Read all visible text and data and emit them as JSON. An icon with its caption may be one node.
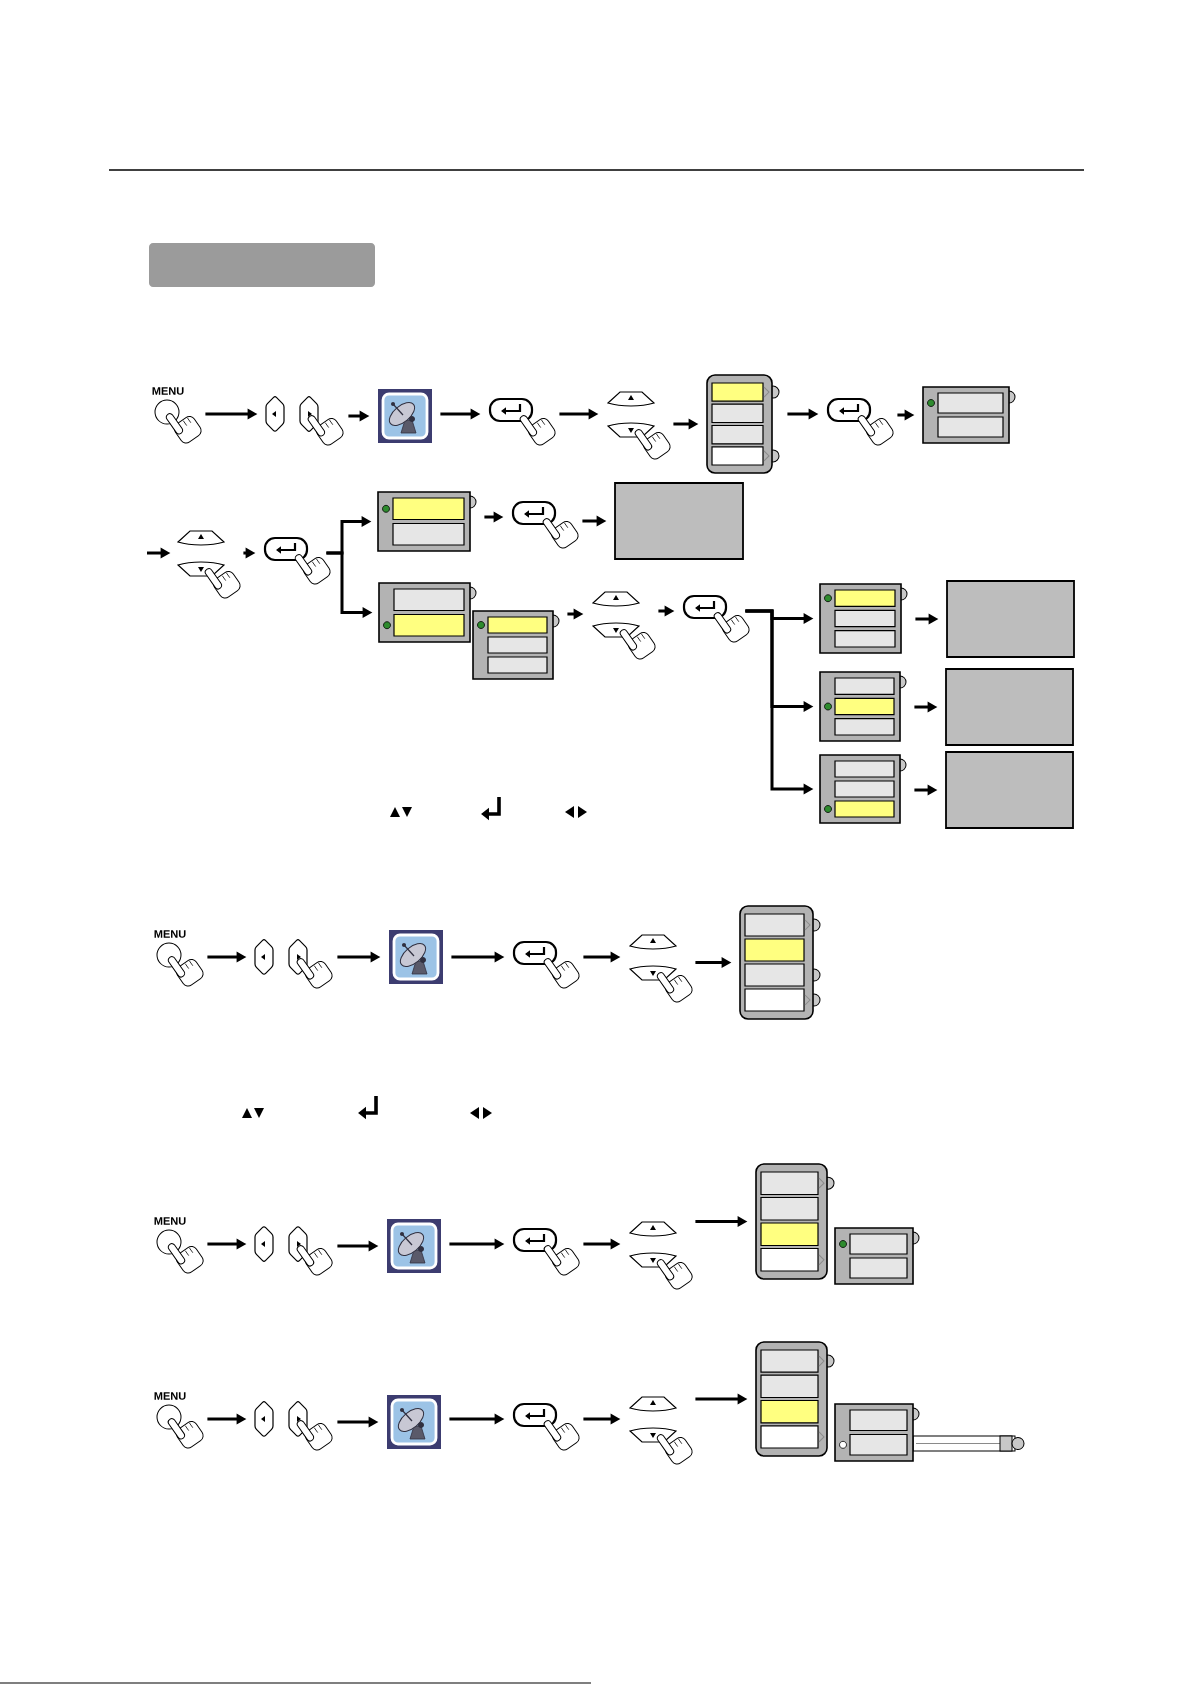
{
  "diagram": {
    "nodes": [
      {
        "text": [
          "MENU"
        ]
      },
      {
        "text": [],
        "shape": "button"
      },
      {
        "text": [],
        "shape": "picture"
      },
      {
        "text": [],
        "shape": "button"
      },
      {
        "text": [],
        "shape": "button"
      },
      {
        "text": [],
        "shape": "box"
      },
      {
        "text": [],
        "shape": "button"
      },
      {
        "text": [],
        "shape": "box"
      },
      {
        "text": [],
        "shape": "button"
      },
      {
        "text": [],
        "shape": "button"
      },
      {
        "text": [],
        "shape": "box"
      },
      {
        "text": [],
        "shape": "button"
      },
      {
        "text": [],
        "shape": "box"
      },
      {
        "text": [],
        "shape": "box"
      },
      {
        "text": [],
        "shape": "box"
      },
      {
        "text": [],
        "shape": "button"
      },
      {
        "text": [],
        "shape": "button"
      },
      {
        "text": [],
        "shape": "box"
      },
      {
        "text": [],
        "shape": "box"
      },
      {
        "text": [],
        "shape": "box"
      },
      {
        "text": [],
        "shape": "box"
      },
      {
        "text": [],
        "shape": "box"
      },
      {
        "text": [],
        "shape": "box"
      },
      {
        "text": [
          "MENU"
        ]
      },
      {
        "text": [],
        "shape": "button"
      },
      {
        "text": [],
        "shape": "picture"
      },
      {
        "text": [],
        "shape": "button"
      },
      {
        "text": [],
        "shape": "button"
      },
      {
        "text": [],
        "shape": "box"
      },
      {
        "text": [
          "MENU"
        ]
      },
      {
        "text": [],
        "shape": "button"
      },
      {
        "text": [],
        "shape": "picture"
      },
      {
        "text": [],
        "shape": "button"
      },
      {
        "text": [],
        "shape": "button"
      },
      {
        "text": [],
        "shape": "box"
      },
      {
        "text": [],
        "shape": "box"
      },
      {
        "text": [
          "MENU"
        ]
      },
      {
        "text": [],
        "shape": "button"
      },
      {
        "text": [],
        "shape": "picture"
      },
      {
        "text": [],
        "shape": "button"
      },
      {
        "text": [],
        "shape": "button"
      },
      {
        "text": [],
        "shape": "box"
      },
      {
        "text": [],
        "shape": "box"
      },
      {
        "text": [],
        "shape": "bar"
      }
    ],
    "edges": [
      {
        "from": 0,
        "to": 1,
        "arrow": "to"
      },
      {
        "from": 1,
        "to": 2,
        "arrow": "to"
      },
      {
        "from": 2,
        "to": 3,
        "arrow": "to"
      },
      {
        "from": 3,
        "to": 4,
        "arrow": "to"
      },
      {
        "from": 4,
        "to": 5,
        "arrow": "to"
      },
      {
        "from": 5,
        "to": 6,
        "arrow": "to"
      },
      {
        "from": 6,
        "to": 7,
        "arrow": "to"
      },
      {
        "from": null,
        "to": 8,
        "arrow": "to"
      },
      {
        "from": 8,
        "to": 9,
        "arrow": "to"
      },
      {
        "from": 9,
        "to": 10,
        "arrow": "to"
      },
      {
        "from": 9,
        "to": 13,
        "arrow": "to"
      },
      {
        "from": 10,
        "to": 11,
        "arrow": "to"
      },
      {
        "from": 11,
        "to": 12,
        "arrow": "to"
      },
      {
        "from": 14,
        "to": 15,
        "arrow": "to"
      },
      {
        "from": 15,
        "to": 16,
        "arrow": "to"
      },
      {
        "from": 16,
        "to": 17,
        "arrow": "to"
      },
      {
        "from": 16,
        "to": 19,
        "arrow": "to"
      },
      {
        "from": 16,
        "to": 21,
        "arrow": "to"
      },
      {
        "from": 17,
        "to": 18,
        "arrow": "to"
      },
      {
        "from": 19,
        "to": 20,
        "arrow": "to"
      },
      {
        "from": 21,
        "to": 22,
        "arrow": "to"
      },
      {
        "from": 23,
        "to": 24,
        "arrow": "to"
      },
      {
        "from": 24,
        "to": 25,
        "arrow": "to"
      },
      {
        "from": 25,
        "to": 26,
        "arrow": "to"
      },
      {
        "from": 26,
        "to": 27,
        "arrow": "to"
      },
      {
        "from": 27,
        "to": 28,
        "arrow": "to"
      },
      {
        "from": 29,
        "to": 30,
        "arrow": "to"
      },
      {
        "from": 30,
        "to": 31,
        "arrow": "to"
      },
      {
        "from": 31,
        "to": 32,
        "arrow": "to"
      },
      {
        "from": 32,
        "to": 33,
        "arrow": "to"
      },
      {
        "from": 33,
        "to": 34,
        "arrow": "to"
      },
      {
        "from": 36,
        "to": 37,
        "arrow": "to"
      },
      {
        "from": 37,
        "to": 38,
        "arrow": "to"
      },
      {
        "from": 38,
        "to": 39,
        "arrow": "to"
      },
      {
        "from": 39,
        "to": 40,
        "arrow": "to"
      },
      {
        "from": 40,
        "to": 41,
        "arrow": "to"
      }
    ]
  }
}
